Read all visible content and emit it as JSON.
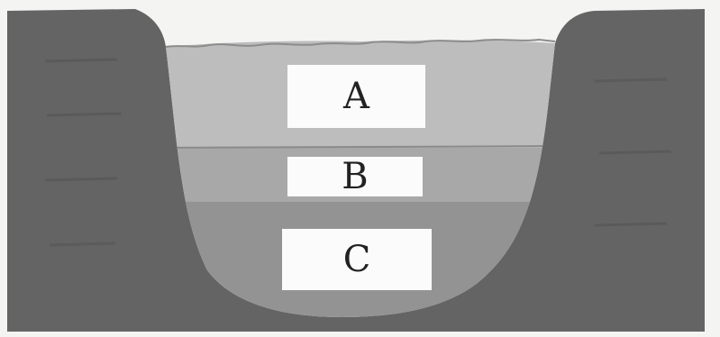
{
  "zones": {
    "a": {
      "label": "A"
    },
    "b": {
      "label": "B"
    },
    "c": {
      "label": "C"
    }
  },
  "colors": {
    "ground": "#646464",
    "layer_a": "#bdbdbd",
    "layer_b": "#a8a8a8",
    "layer_c": "#939393",
    "label_box": "#fbfbfb",
    "background": "#f4f4f2"
  }
}
